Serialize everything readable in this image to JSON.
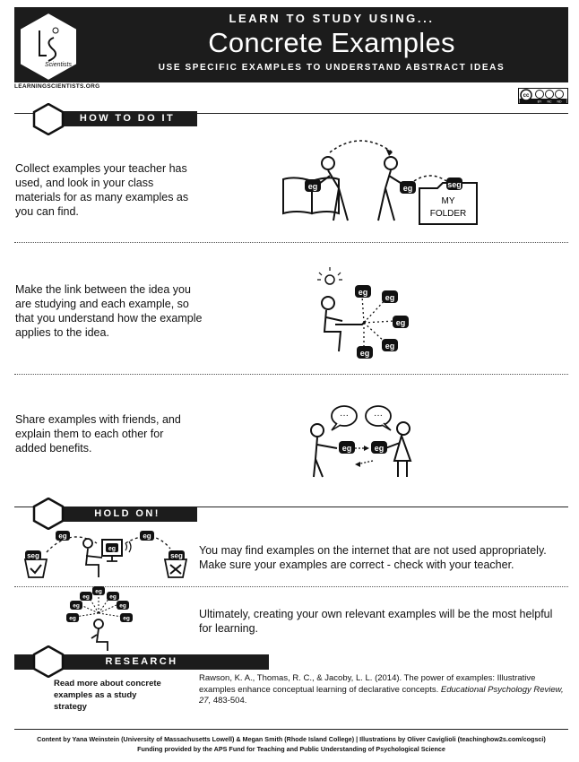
{
  "header": {
    "kicker": "LEARN TO STUDY USING...",
    "title": "Concrete Examples",
    "subtitle": "USE SPECIFIC EXAMPLES TO UNDERSTAND ABSTRACT IDEAS",
    "logo_text": "Scientists",
    "site": "LEARNINGSCIENTISTS.ORG",
    "license": {
      "cc": "cc",
      "labels": [
        "BY",
        "NC",
        "ND"
      ]
    }
  },
  "sections": {
    "how": {
      "label": "HOW TO DO IT",
      "steps": [
        {
          "text": "Collect examples your teacher has used, and look in your class materials for as many examples as you can find.",
          "folder_label_1": "MY",
          "folder_label_2": "FOLDER"
        },
        {
          "text": "Make the link between the idea you are studying and each example, so that you understand how the example applies to the idea."
        },
        {
          "text": "Share examples with friends, and explain them to each other for added benefits."
        }
      ]
    },
    "hold": {
      "label": "HOLD ON!",
      "items": [
        {
          "text": "You may find examples on the internet that are not used appropriately. Make sure your examples are correct - check with your teacher."
        },
        {
          "text": "Ultimately, creating your own relevant examples will be the most helpful for learning."
        }
      ]
    },
    "research": {
      "label": "RESEARCH",
      "left": "Read more about concrete examples as a study strategy",
      "citation_plain": "Rawson, K. A., Thomas, R. C., & Jacoby, L. L. (2014). The power of examples: Illustrative examples enhance conceptual learning of declarative concepts. ",
      "citation_italic": "Educational Psychology Review, 27,",
      "citation_end": " 483-504."
    }
  },
  "icon_labels": {
    "eg": "eg",
    "seg": "seg"
  },
  "footer": {
    "line1": "Content by Yana Weinstein (University of Massachusetts Lowell) & Megan Smith (Rhode Island College)   |   Illustrations by Oliver Caviglioli (teachinghow2s.com/cogsci)",
    "line2": "Funding provided by the APS Fund for Teaching and Public Understanding of Psychological Science"
  }
}
